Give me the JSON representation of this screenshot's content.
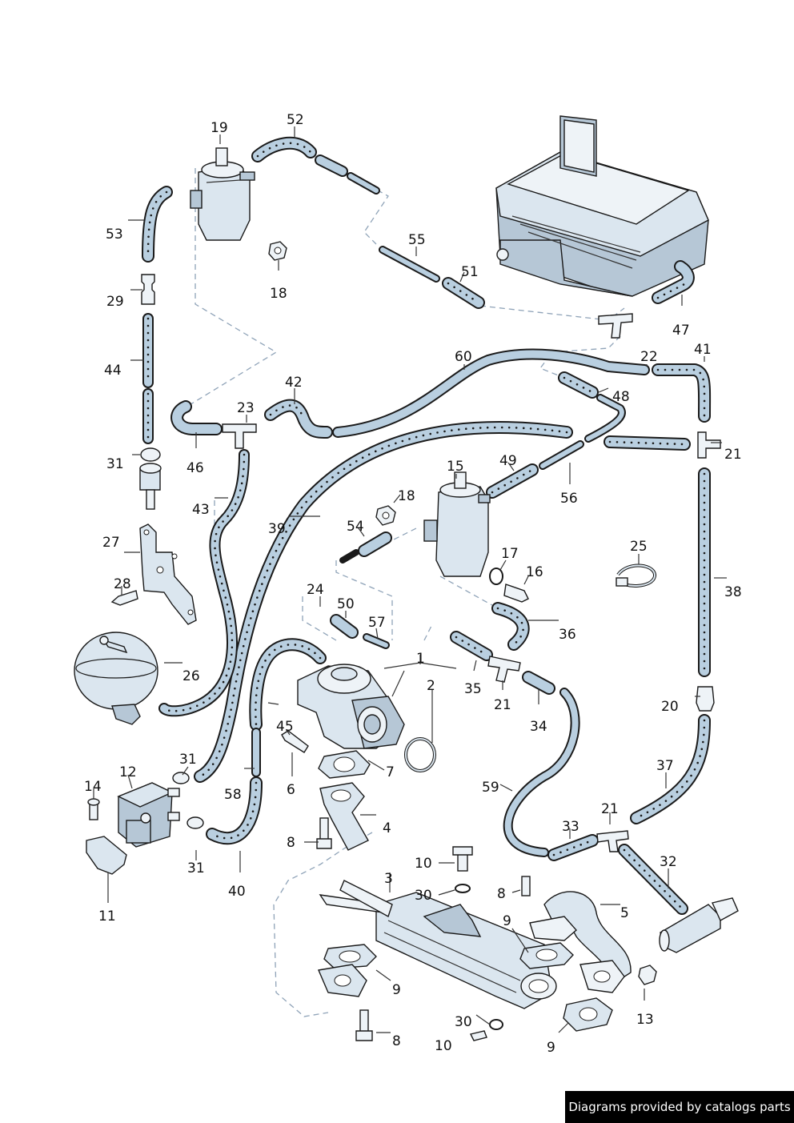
{
  "footer": {
    "text": "Diagrams provided by catalogs parts"
  },
  "callouts": {
    "c1": "1",
    "c2": "2",
    "c3": "3",
    "c4": "4",
    "c5": "5",
    "c6": "6",
    "c7": "7",
    "c8a": "8",
    "c8b": "8",
    "c8c": "8",
    "c9a": "9",
    "c9b": "9",
    "c9c": "9",
    "c10a": "10",
    "c10b": "10",
    "c11": "11",
    "c12": "12",
    "c13": "13",
    "c14": "14",
    "c15": "15",
    "c16": "16",
    "c17": "17",
    "c18a": "18",
    "c18b": "18",
    "c19": "19",
    "c20": "20",
    "c21a": "21",
    "c21b": "21",
    "c21c": "21",
    "c22": "22",
    "c23": "23",
    "c24": "24",
    "c25": "25",
    "c26": "26",
    "c27": "27",
    "c28": "28",
    "c29": "29",
    "c30a": "30",
    "c30b": "30",
    "c31a": "31",
    "c31b": "31",
    "c31c": "31",
    "c32": "32",
    "c33": "33",
    "c34": "34",
    "c35": "35",
    "c36": "36",
    "c37": "37",
    "c38": "38",
    "c39": "39",
    "c40": "40",
    "c41": "41",
    "c42": "42",
    "c43": "43",
    "c44": "44",
    "c45": "45",
    "c46": "46",
    "c47": "47",
    "c48": "48",
    "c49": "49",
    "c50": "50",
    "c51": "51",
    "c52": "52",
    "c53": "53",
    "c54": "54",
    "c55": "55",
    "c56": "56",
    "c57": "57",
    "c58": "58",
    "c59": "59",
    "c60": "60"
  }
}
